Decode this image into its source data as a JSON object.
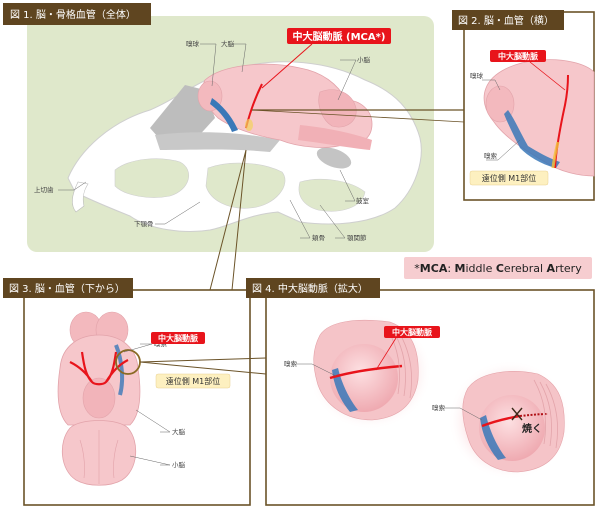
{
  "fig1": {
    "title": "図 1. 脳・骨格血管（全体）",
    "mca_label": "中大脳動脈 (MCA*)",
    "labels": {
      "olfactory_bulb": "嗅球",
      "cerebrum": "大脳",
      "cerebellum": "小脳",
      "upper_incisor": "上切歯",
      "mandible": "下顎骨",
      "ear_canal": "鼓室",
      "tympanic": "頬骨",
      "masseter": "顎関節"
    }
  },
  "fig2": {
    "title": "図 2. 脳・血管（横）",
    "mca_label": "中大脳動脈",
    "olfactory_bulb": "嗅球",
    "olfactory_tract": "嗅索",
    "distal_label": "遠位側 M1部位"
  },
  "fig3": {
    "title": "図 3. 脳・血管（下から）",
    "mca_label": "中大脳動脈",
    "olfactory_tract": "嗅索",
    "distal_label": "遠位側 M1部位",
    "cerebrum": "大脳",
    "cerebellum": "小脳"
  },
  "fig4": {
    "title": "図 4. 中大脳動脈（拡大）",
    "mca_label": "中大脳動脈",
    "olfactory_tract_1": "嗅索",
    "olfactory_tract_2": "嗅索",
    "burn": "焼く"
  },
  "mca_note": {
    "prefix": "*",
    "parts": [
      {
        "t": "MCA",
        "b": true
      },
      {
        "t": ": ",
        "b": false
      },
      {
        "t": "M",
        "b": true
      },
      {
        "t": "iddle ",
        "b": false
      },
      {
        "t": "C",
        "b": true
      },
      {
        "t": "erebral ",
        "b": false
      },
      {
        "t": "A",
        "b": true
      },
      {
        "t": "rtery",
        "b": false
      }
    ]
  },
  "colors": {
    "header_brown": "#5f4520",
    "frame_brown": "#6b5328",
    "mca_red": "#e8141b",
    "green_bg": "#dfe8cb",
    "brain_pink": "#f6c7cb",
    "vessel_blue": "#3a78b8",
    "label_yellow": "#fdf0c0",
    "note_pink": "#f6cdd0"
  }
}
